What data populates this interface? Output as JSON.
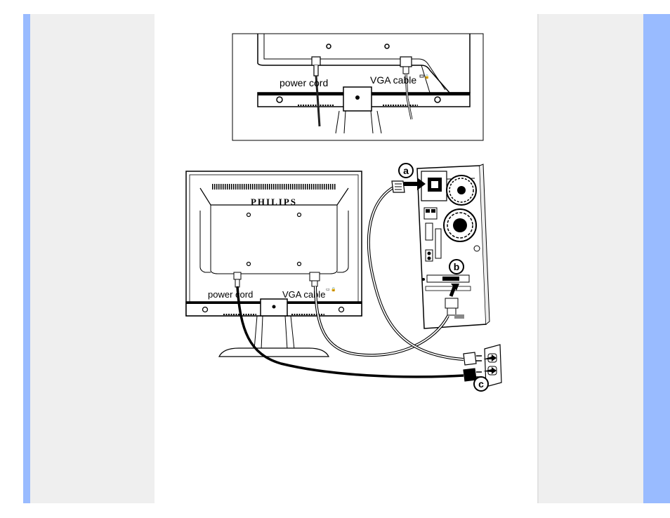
{
  "top_figure": {
    "power_cord_label": "power cord",
    "vga_cable_label": "VGA cable"
  },
  "bottom_figure": {
    "brand": "PHILIPS",
    "power_cord_label": "power cord",
    "vga_cable_label": "VGA cable",
    "callouts": {
      "a": "a",
      "b": "b",
      "c": "c"
    }
  },
  "colors": {
    "side_accent": "#99bbff",
    "side_panel": "#efefef",
    "content_bg": "#ffffff"
  }
}
